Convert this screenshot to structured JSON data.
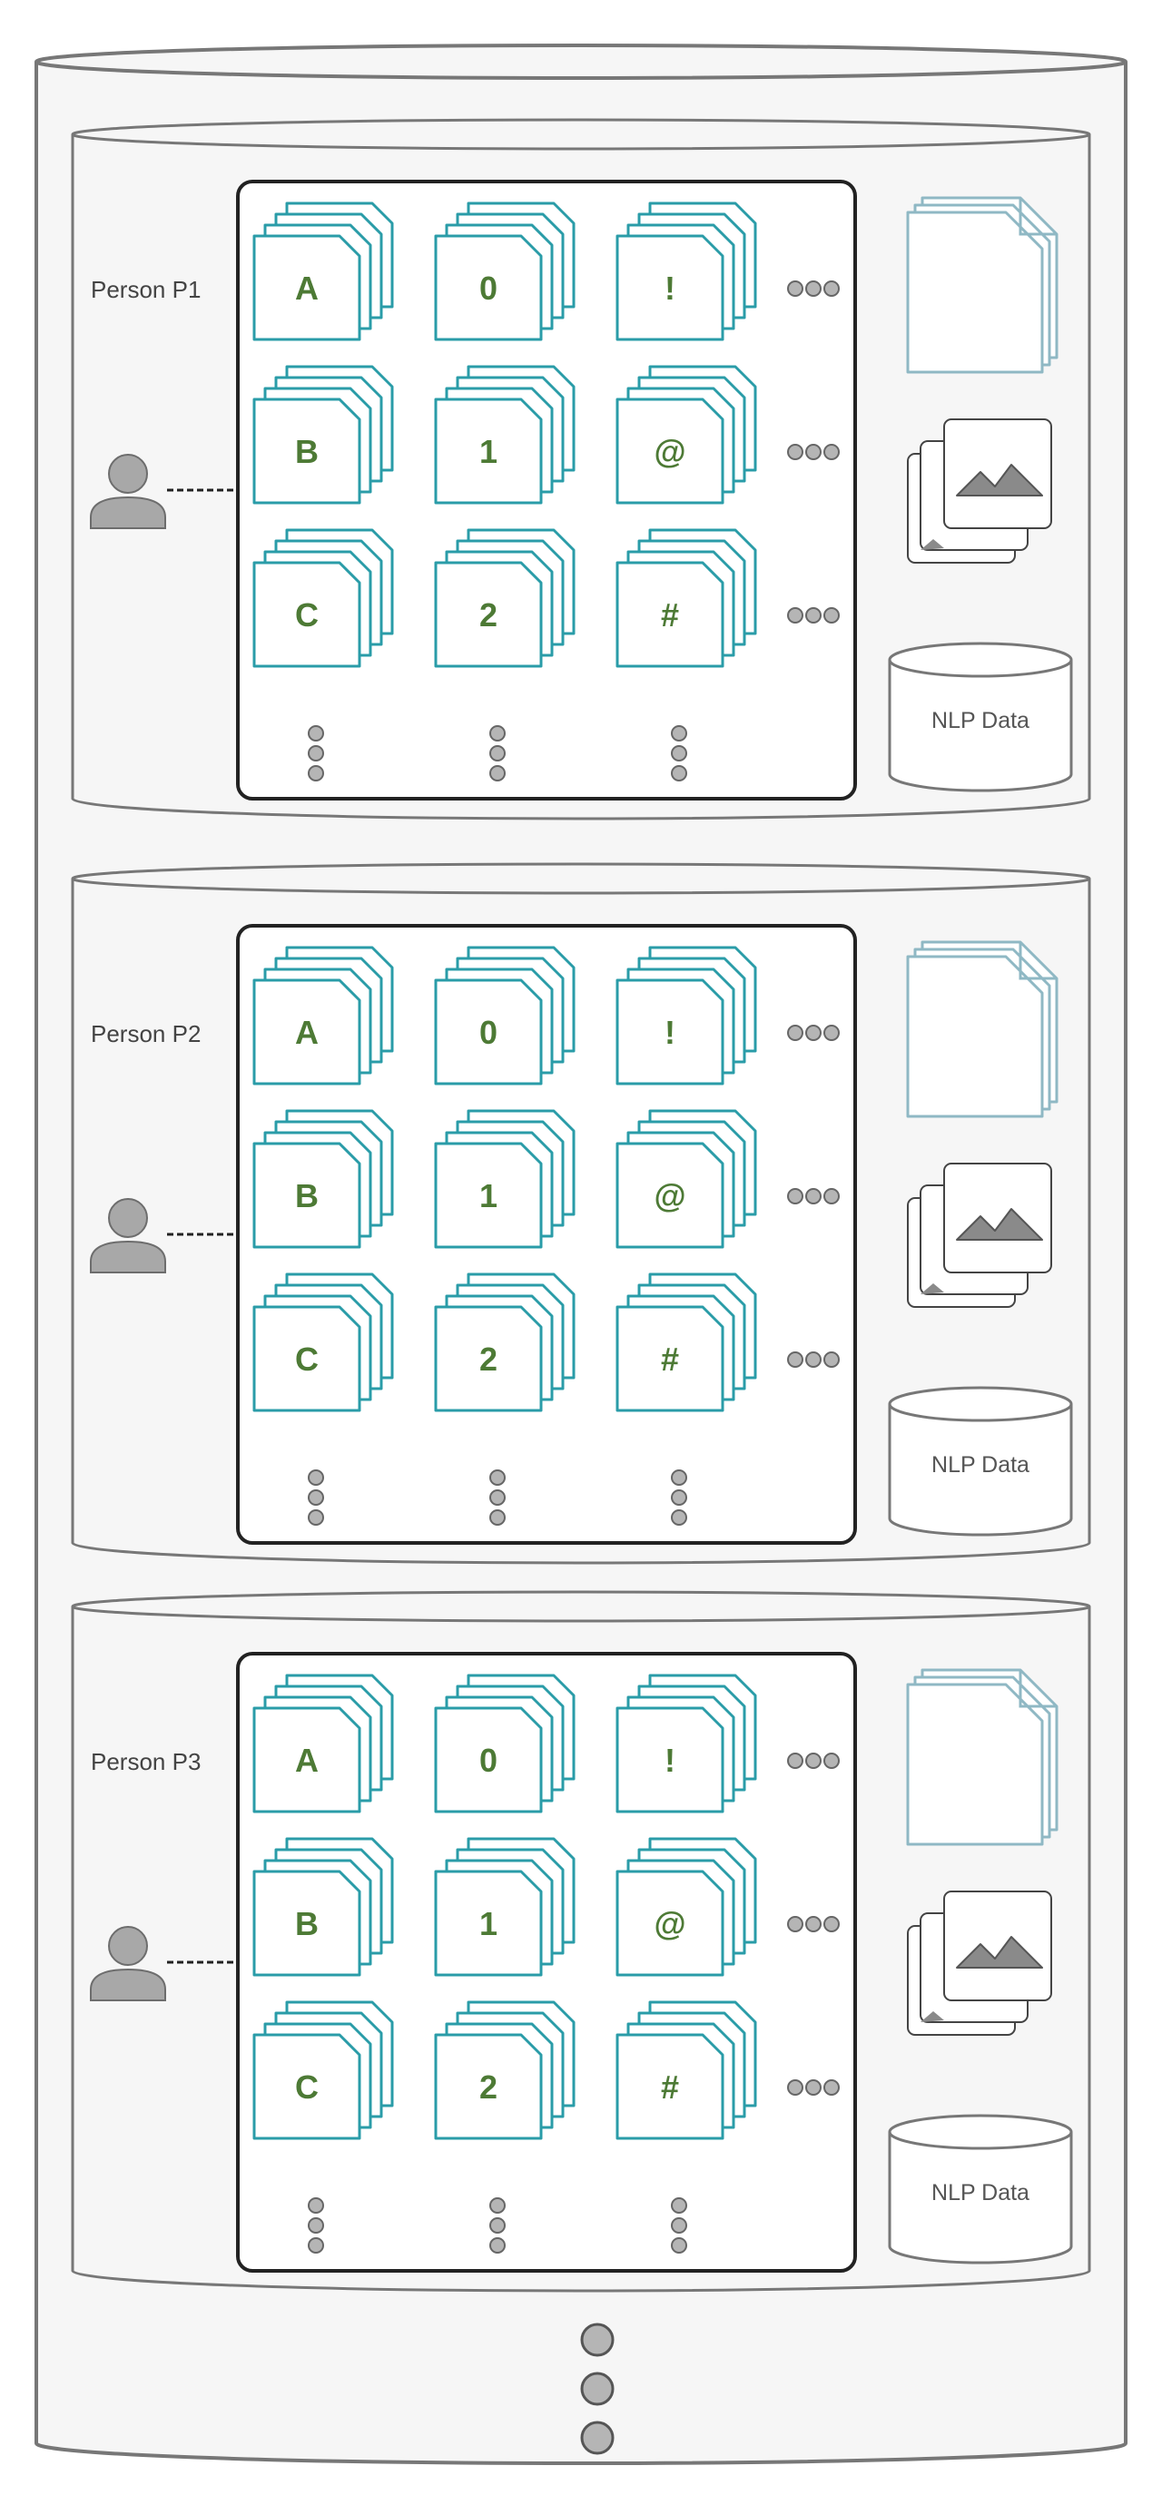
{
  "persons": [
    {
      "label": "Person P1",
      "db_label": "NLP Data"
    },
    {
      "label": "Person P2",
      "db_label": "NLP Data"
    },
    {
      "label": "Person P3",
      "db_label": "NLP Data"
    }
  ],
  "grid": {
    "rows": [
      [
        "A",
        "0",
        "!"
      ],
      [
        "B",
        "1",
        "@"
      ],
      [
        "C",
        "2",
        "#"
      ]
    ]
  },
  "icons": {
    "person": "person-icon",
    "documents": "document-stack-icon",
    "images": "image-stack-icon",
    "database": "database-icon",
    "card_stack": "card-stack-icon",
    "more": "ellipsis-icon"
  },
  "colors": {
    "teal": "#2a9ca8",
    "card_text": "#4d7a35",
    "doc_stroke": "#8fb8c4",
    "gray": "#777777",
    "dot_fill": "#b5b5b5",
    "cylinder_fill": "#f6f6f6"
  }
}
